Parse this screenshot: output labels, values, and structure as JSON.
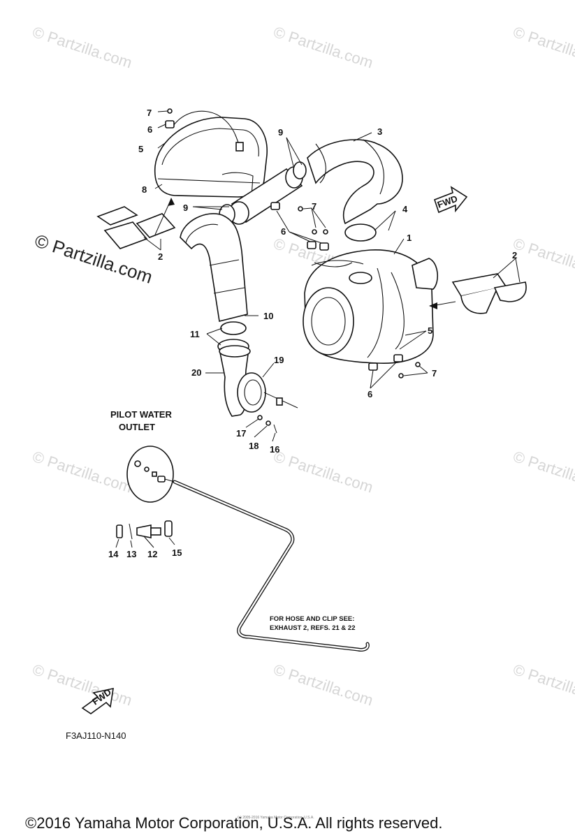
{
  "watermark": {
    "small_text": "© Partzilla.com",
    "large_text": "© Partzilla.com"
  },
  "callouts": {
    "c1": "1",
    "c2a": "2",
    "c2b": "2",
    "c3": "3",
    "c4": "4",
    "c5a": "5",
    "c5b": "5",
    "c6a": "6",
    "c6b": "6",
    "c6c": "6",
    "c7a": "7",
    "c7b": "7",
    "c7c": "7",
    "c8": "8",
    "c9a": "9",
    "c9b": "9",
    "c10": "10",
    "c11": "11",
    "c12": "12",
    "c13": "13",
    "c14": "14",
    "c15": "15",
    "c16": "16",
    "c17": "17",
    "c18": "18",
    "c19": "19",
    "c20": "20"
  },
  "labels": {
    "pilot_line1": "PILOT WATER",
    "pilot_line2": "OUTLET",
    "note_line1": "FOR HOSE AND CLIP SEE:",
    "note_line2": "EXHAUST 2, REFS. 21 & 22",
    "fwd": "FWD",
    "fwd2": "FWD",
    "diagram_code": "F3AJ110-N140",
    "tiny_copyright": "(c) 2005-2016 Yamaha Motor Corporation, U.S.A.",
    "copyright": "©2016 Yamaha Motor Corporation, U.S.A. All rights reserved."
  }
}
